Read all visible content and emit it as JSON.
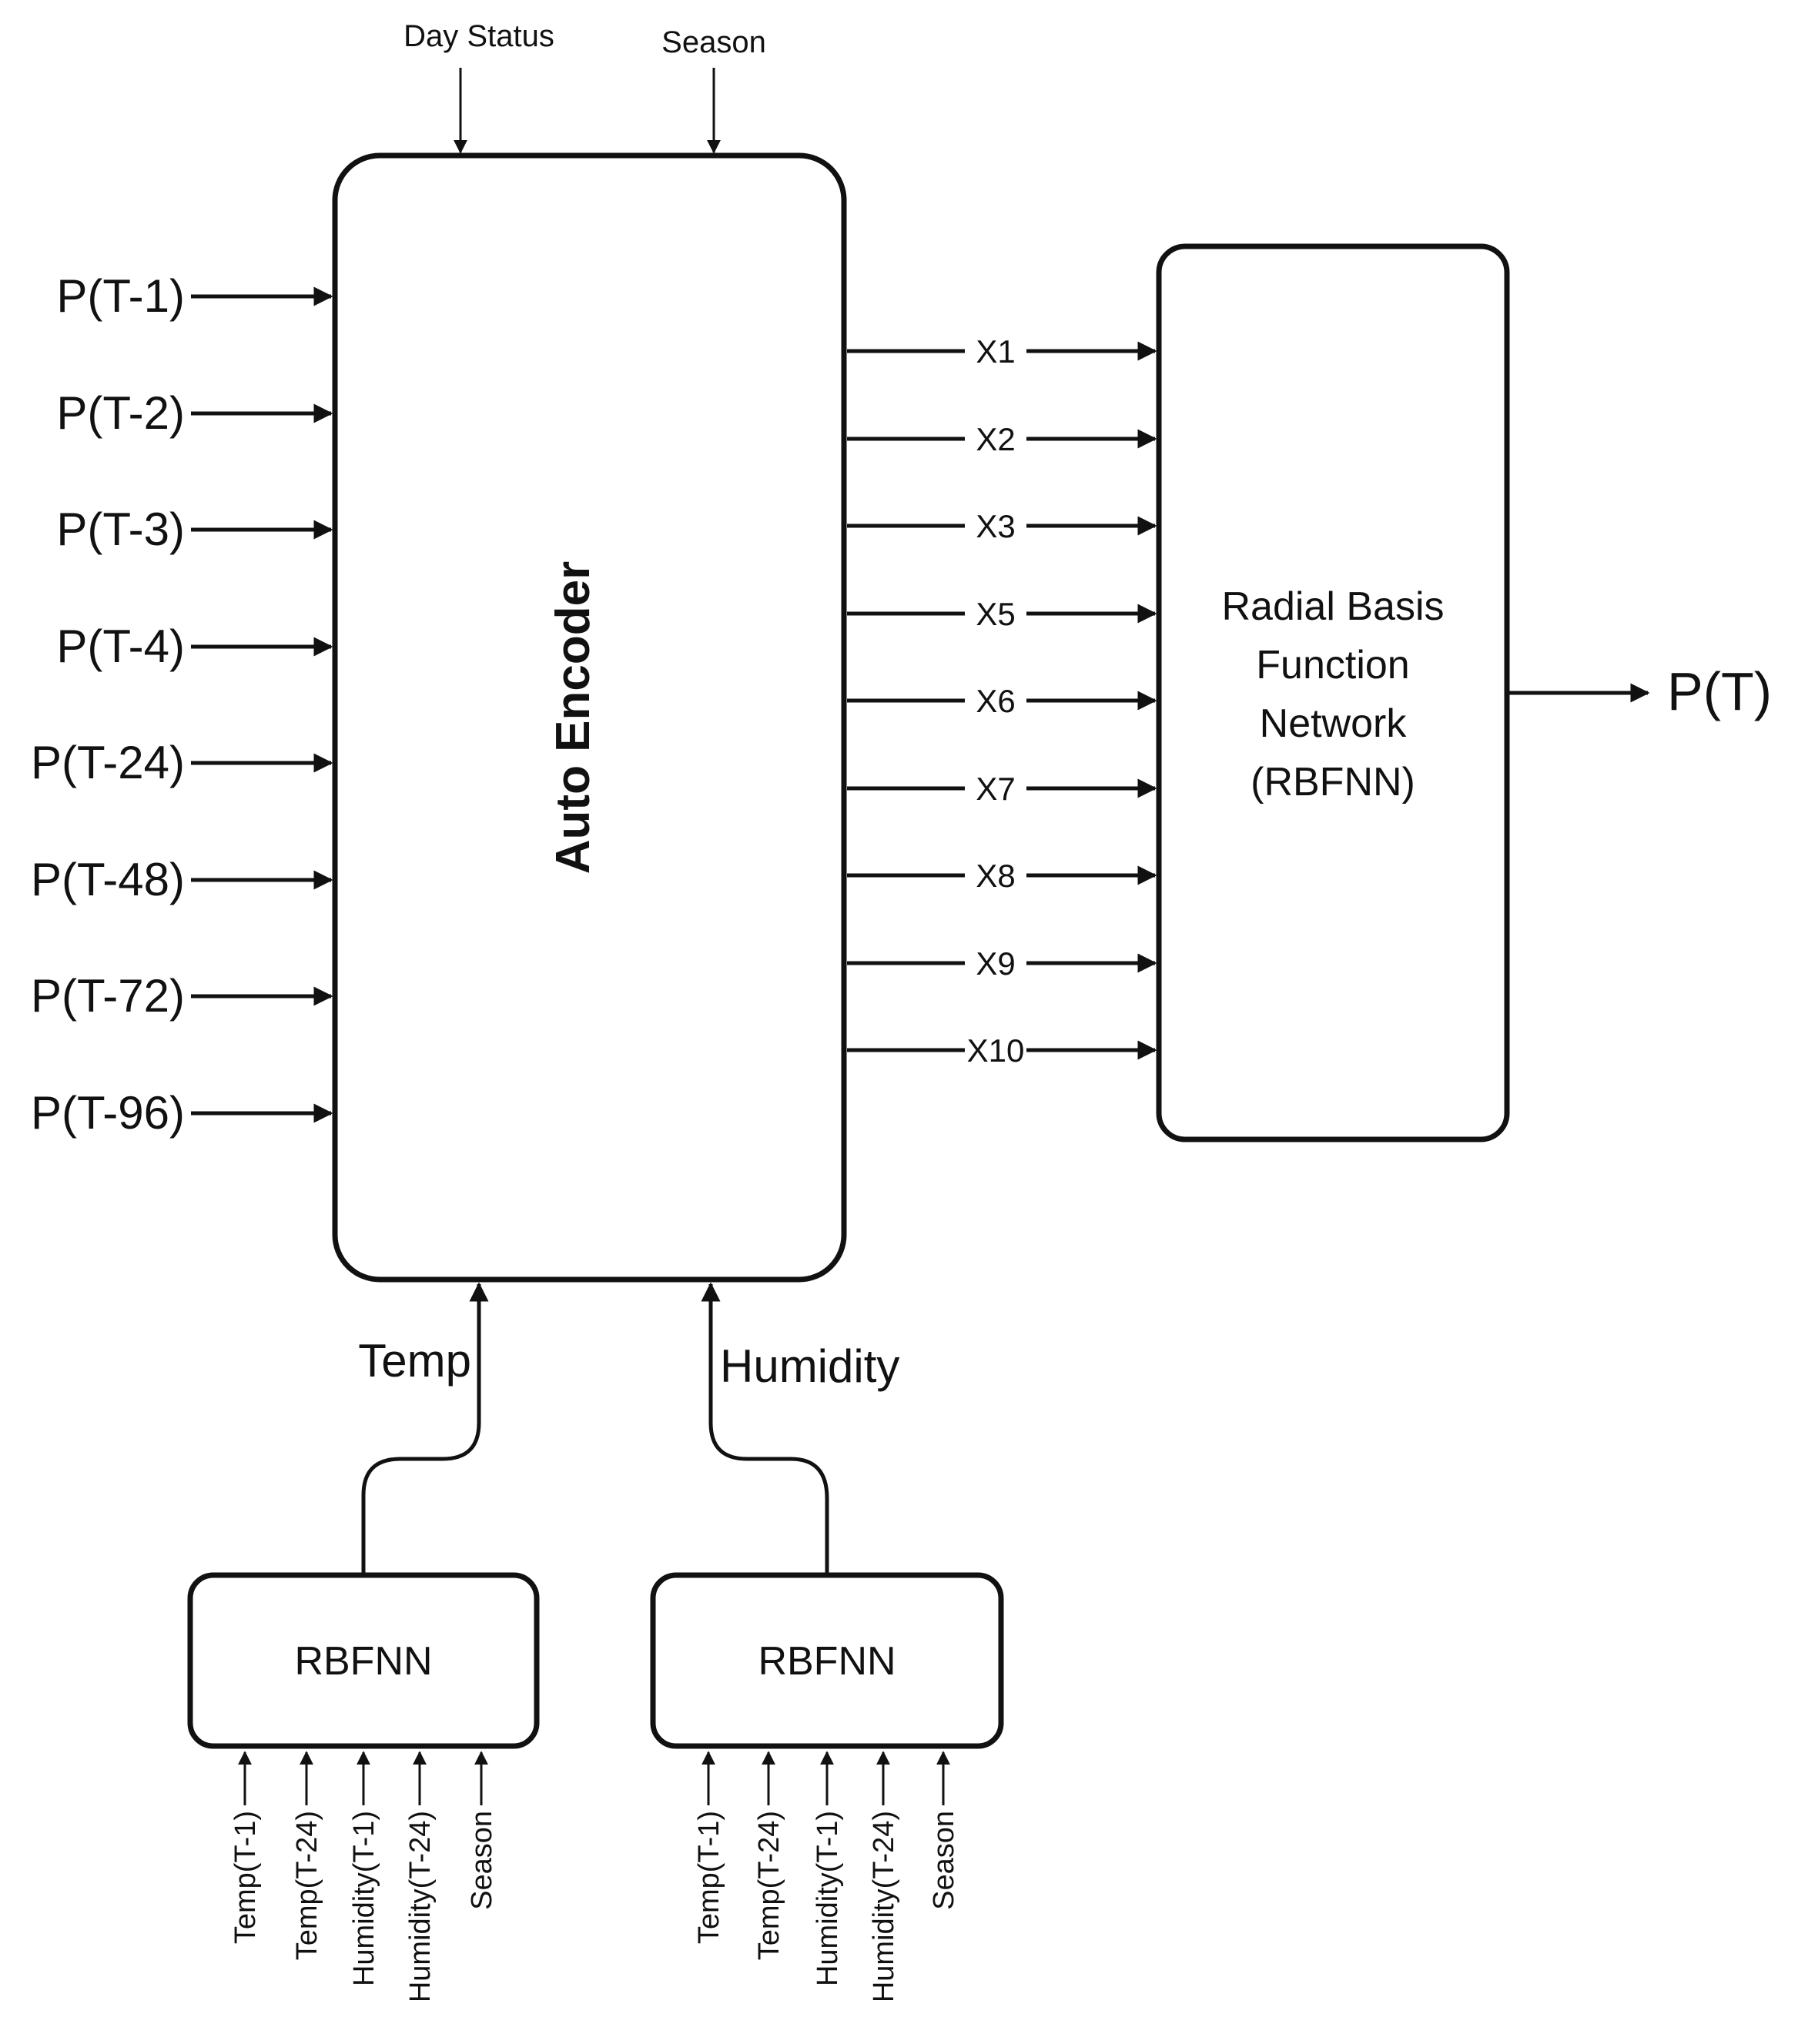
{
  "top_inputs": [
    "Day Status",
    "Season"
  ],
  "autoencoder": {
    "label": "Auto Encoder"
  },
  "lag_inputs": [
    "P(T-1)",
    "P(T-2)",
    "P(T-3)",
    "P(T-4)",
    "P(T-24)",
    "P(T-48)",
    "P(T-72)",
    "P(T-96)"
  ],
  "encoded_features": [
    "X1",
    "X2",
    "X3",
    "X5",
    "X6",
    "X7",
    "X8",
    "X9",
    "X10"
  ],
  "rbfnn_main": {
    "lines": [
      "Radial Basis",
      "Function",
      "Network",
      "(RBFNN)"
    ]
  },
  "output": {
    "label": "P(T)"
  },
  "sub_models": [
    {
      "label": "RBFNN",
      "output_label": "Temp",
      "inputs": [
        "Temp(T-1)",
        "Temp(T-24)",
        "Humidity(T-1)",
        "Humidity(T-24)",
        "Season"
      ]
    },
    {
      "label": "RBFNN",
      "output_label": "Humidity",
      "inputs": [
        "Temp(T-1)",
        "Temp(T-24)",
        "Humidity(T-1)",
        "Humidity(T-24)",
        "Season"
      ]
    }
  ]
}
